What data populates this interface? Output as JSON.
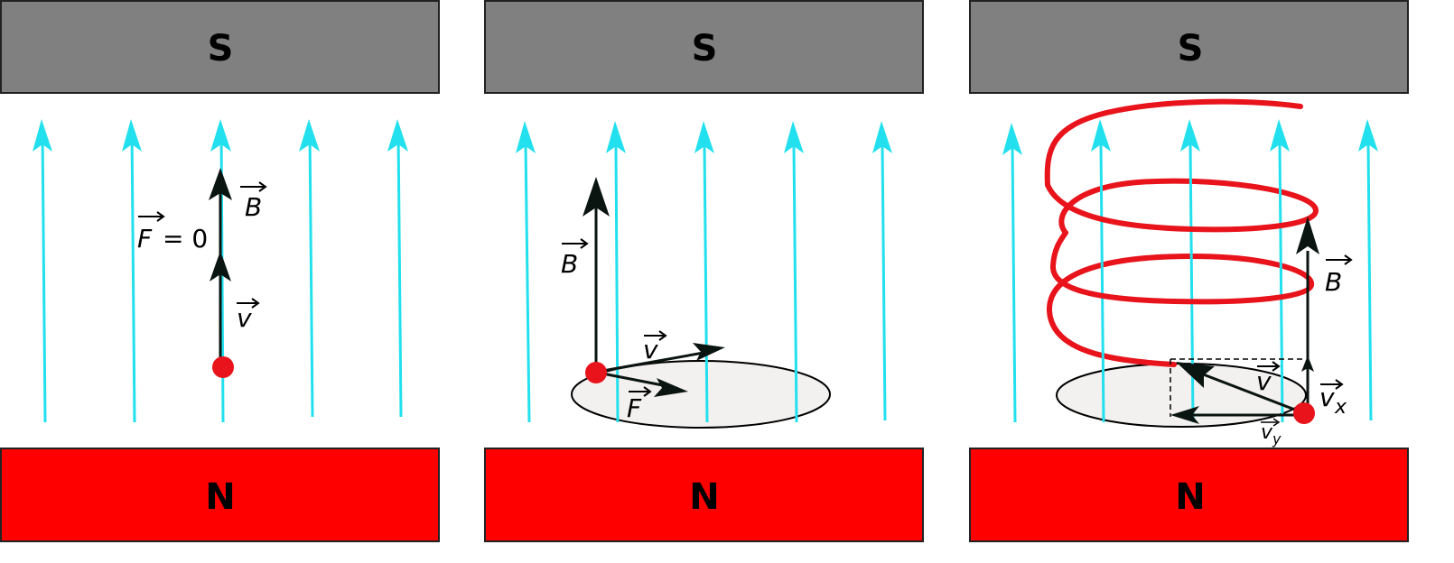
{
  "colors": {
    "south_pole": "#808080",
    "north_pole": "#ff0000",
    "field_line": "#22e0ee",
    "particle": "#e8131b",
    "helix": "#e8131b",
    "orbit_fill": "#f3f1ef",
    "vector": "#0a1411"
  },
  "icons": {
    "field_arrow": "field-line-arrow",
    "particle": "charged-particle-dot"
  },
  "panels": [
    {
      "south_label": "S",
      "north_label": "N",
      "labels": {
        "B": "B",
        "v": "v",
        "F": "F",
        "F_eq": "= 0"
      }
    },
    {
      "south_label": "S",
      "north_label": "N",
      "labels": {
        "B": "B",
        "v": "v",
        "F": "F"
      }
    },
    {
      "south_label": "S",
      "north_label": "N",
      "labels": {
        "B": "B",
        "v": "v",
        "vx": "v",
        "vx_sub": "x",
        "vy": "v",
        "vy_sub": "y"
      }
    }
  ]
}
